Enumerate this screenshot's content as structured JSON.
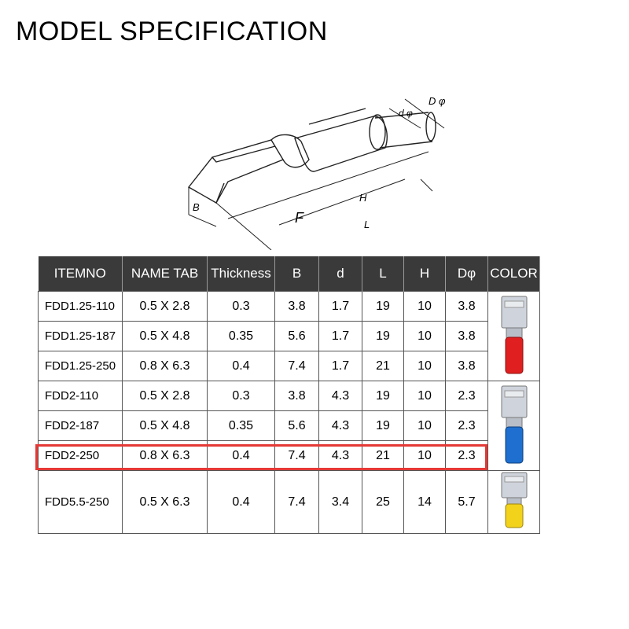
{
  "title": "MODEL SPECIFICATION",
  "diagram_labels": {
    "D": "D φ",
    "d": "d φ",
    "H": "H",
    "F": "F",
    "L": "L",
    "B": "B"
  },
  "table": {
    "headers": [
      "ITEMNO",
      "NAME TAB",
      "Thickness",
      "B",
      "d",
      "L",
      "H",
      "Dφ",
      "COLOR"
    ],
    "rows": [
      [
        "FDD1.25-110",
        "0.5 X 2.8",
        "0.3",
        "3.8",
        "1.7",
        "19",
        "10",
        "3.8"
      ],
      [
        "FDD1.25-187",
        "0.5 X 4.8",
        "0.35",
        "5.6",
        "1.7",
        "19",
        "10",
        "3.8"
      ],
      [
        "FDD1.25-250",
        "0.8 X 6.3",
        "0.4",
        "7.4",
        "1.7",
        "21",
        "10",
        "3.8"
      ],
      [
        "FDD2-110",
        "0.5 X 2.8",
        "0.3",
        "3.8",
        "4.3",
        "19",
        "10",
        "2.3"
      ],
      [
        "FDD2-187",
        "0.5 X 4.8",
        "0.35",
        "5.6",
        "4.3",
        "19",
        "10",
        "2.3"
      ],
      [
        "FDD2-250",
        "0.8 X 6.3",
        "0.4",
        "7.4",
        "4.3",
        "21",
        "10",
        "2.3"
      ],
      [
        "FDD5.5-250",
        "0.5 X 6.3",
        "0.4",
        "7.4",
        "3.4",
        "25",
        "14",
        "5.7"
      ]
    ],
    "color_groups": [
      {
        "color": "#e02020",
        "rows": 3
      },
      {
        "color": "#1e6fd0",
        "rows": 3
      },
      {
        "color": "#f2d21b",
        "rows": 1
      }
    ],
    "highlighted_row": "FDD2-250",
    "highlight_color": "#e53935"
  }
}
